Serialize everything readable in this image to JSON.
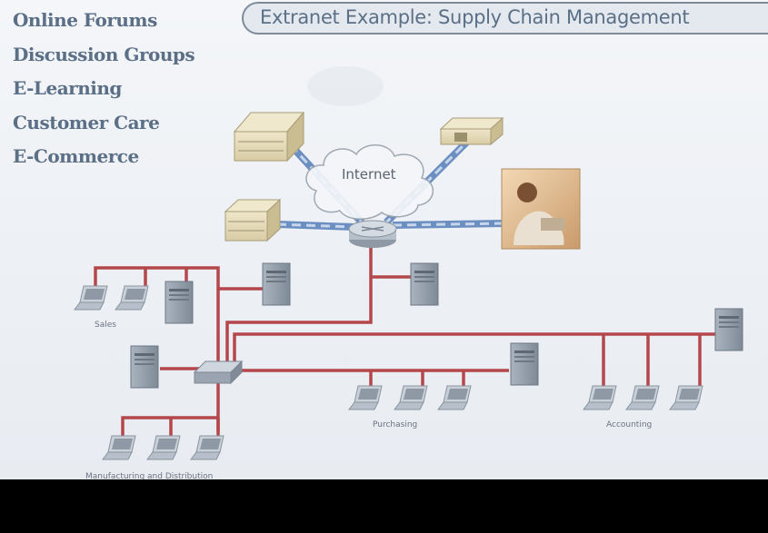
{
  "menu": [
    "Online Forums",
    "Discussion Groups",
    "E-Learning",
    "Customer Care",
    "E-Commerce"
  ],
  "title": "Extranet Example: Supply Chain Management",
  "cloud_label": "Internet",
  "groups": {
    "sales": "Sales",
    "purchasing": "Purchasing",
    "accounting": "Accounting",
    "manufacturing": "Manufacturing and Distribution"
  },
  "colors": {
    "lan": "#b4474b",
    "wan": "#6c8fc2",
    "text": "#5b6f86"
  },
  "icons": [
    "building-icon",
    "cloud-icon",
    "router-icon",
    "person-photo",
    "server-icon",
    "laptop-icon",
    "switch-icon"
  ]
}
